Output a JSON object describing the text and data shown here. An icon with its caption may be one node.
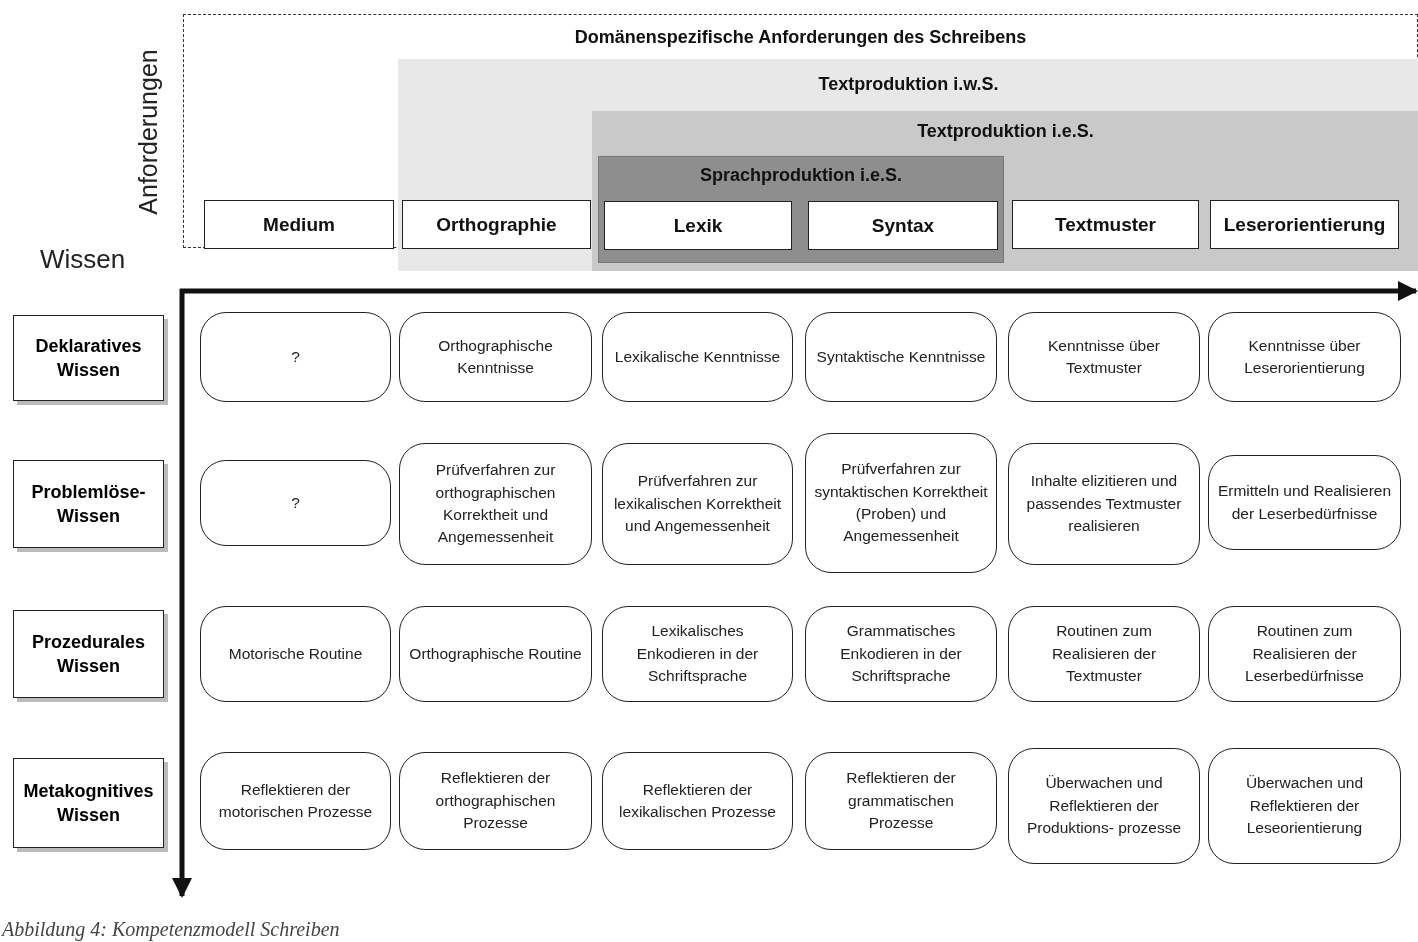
{
  "diagram": {
    "caption": "Abbildung 4: Kompetenzmodell Schreiben",
    "nodes": [
      {
        "text": [
          "Domänenspezifische Anforderungen des Schreibens"
        ]
      },
      {
        "text": [
          "Textproduktion i.w.S."
        ],
        "in": 0
      },
      {
        "text": [
          "Textproduktion i.e.S."
        ],
        "in": 1
      },
      {
        "text": [
          "Sprachproduktion i.e.S."
        ],
        "in": 2
      },
      {
        "text": [
          "Medium"
        ],
        "in": 0
      },
      {
        "text": [
          "Orthographie"
        ],
        "in": 1
      },
      {
        "text": [
          "Lexik"
        ],
        "in": 3
      },
      {
        "text": [
          "Syntax"
        ],
        "in": 3
      },
      {
        "text": [
          "Textmuster"
        ],
        "in": 2
      },
      {
        "text": [
          "Leserorientierung"
        ],
        "in": 2
      },
      {
        "text": [
          "Deklaratives Wissen"
        ]
      },
      {
        "text": [
          "?"
        ]
      },
      {
        "text": [
          "Orthographische Kenntnisse"
        ]
      },
      {
        "text": [
          "Lexikalische Kenntnisse"
        ]
      },
      {
        "text": [
          "Syntaktische Kenntnisse"
        ]
      },
      {
        "text": [
          "Kenntnisse über Textmuster"
        ]
      },
      {
        "text": [
          "Kenntnisse über Leserorientierung"
        ]
      },
      {
        "text": [
          "Problemlöse- Wissen"
        ]
      },
      {
        "text": [
          "?"
        ]
      },
      {
        "text": [
          "Prüfverfahren zur orthographischen Korrektheit und Angemessenheit"
        ]
      },
      {
        "text": [
          "Prüfverfahren zur lexikalischen Korrektheit und Angemessenheit"
        ]
      },
      {
        "text": [
          "Prüfverfahren zur syntaktischen Korrektheit (Proben) und Angemessenheit"
        ]
      },
      {
        "text": [
          "Inhalte elizitieren und passendes Textmuster realisieren"
        ]
      },
      {
        "text": [
          "Ermitteln und Realisieren der Leserbedürfnisse"
        ]
      },
      {
        "text": [
          "Prozedurales Wissen"
        ]
      },
      {
        "text": [
          "Motorische Routine"
        ]
      },
      {
        "text": [
          "Orthographische Routine"
        ]
      },
      {
        "text": [
          "Lexikalisches Enkodieren in der Schriftsprache"
        ]
      },
      {
        "text": [
          "Grammatisches Enkodieren in der Schriftsprache"
        ]
      },
      {
        "text": [
          "Routinen zum Realisieren der Textmuster"
        ]
      },
      {
        "text": [
          "Routinen zum Realisieren der Leserbedürfnisse"
        ]
      },
      {
        "text": [
          "Metakognitives Wissen"
        ]
      },
      {
        "text": [
          "Reflektieren der motorischen Prozesse"
        ]
      },
      {
        "text": [
          "Reflektieren der orthographischen Prozesse"
        ]
      },
      {
        "text": [
          "Reflektieren der lexikalischen Prozesse"
        ]
      },
      {
        "text": [
          "Reflektieren der grammatischen Prozesse"
        ]
      },
      {
        "text": [
          "Überwachen und Reflektieren der Produktions- prozesse"
        ]
      },
      {
        "text": [
          "Überwachen und Reflektieren der Leseorientierung"
        ]
      }
    ],
    "labels": [
      "Anforderungen",
      "Wissen"
    ]
  }
}
